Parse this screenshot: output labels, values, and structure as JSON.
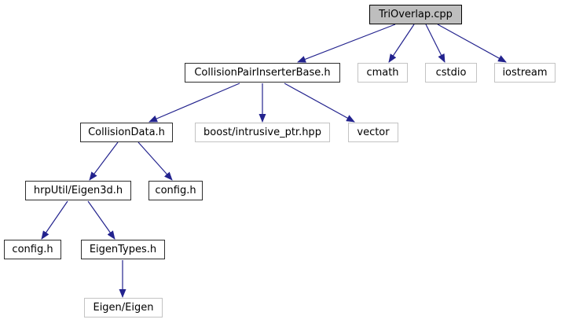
{
  "diagram": {
    "kind": "include-dependency-graph",
    "root_file": "TriOverlap.cpp",
    "colors": {
      "edge": "#23238e",
      "current_node_fill": "#bebebe",
      "current_node_border": "#000000",
      "internal_node_border": "#2e2e2e",
      "external_node_border": "#c3c3c3",
      "background": "#ffffff",
      "text": "#000000"
    },
    "nodes": [
      {
        "id": "trioverlap",
        "label": "TriOverlap.cpp",
        "role": "current"
      },
      {
        "id": "cpib",
        "label": "CollisionPairInserterBase.h",
        "role": "internal"
      },
      {
        "id": "cmath",
        "label": "cmath",
        "role": "external"
      },
      {
        "id": "cstdio",
        "label": "cstdio",
        "role": "external"
      },
      {
        "id": "iostream",
        "label": "iostream",
        "role": "external"
      },
      {
        "id": "collisiondata",
        "label": "CollisionData.h",
        "role": "internal"
      },
      {
        "id": "boostintrusive",
        "label": "boost/intrusive_ptr.hpp",
        "role": "external"
      },
      {
        "id": "vector",
        "label": "vector",
        "role": "external"
      },
      {
        "id": "hrputileigen3d",
        "label": "hrpUtil/Eigen3d.h",
        "role": "internal"
      },
      {
        "id": "config-upper",
        "label": "config.h",
        "role": "internal"
      },
      {
        "id": "config-lower",
        "label": "config.h",
        "role": "internal"
      },
      {
        "id": "eigentypes",
        "label": "EigenTypes.h",
        "role": "internal"
      },
      {
        "id": "eigeneigen",
        "label": "Eigen/Eigen",
        "role": "external"
      }
    ],
    "edges": [
      {
        "from": "TriOverlap.cpp",
        "to": "CollisionPairInserterBase.h"
      },
      {
        "from": "TriOverlap.cpp",
        "to": "cmath"
      },
      {
        "from": "TriOverlap.cpp",
        "to": "cstdio"
      },
      {
        "from": "TriOverlap.cpp",
        "to": "iostream"
      },
      {
        "from": "CollisionPairInserterBase.h",
        "to": "CollisionData.h"
      },
      {
        "from": "CollisionPairInserterBase.h",
        "to": "boost/intrusive_ptr.hpp"
      },
      {
        "from": "CollisionPairInserterBase.h",
        "to": "vector"
      },
      {
        "from": "CollisionData.h",
        "to": "hrpUtil/Eigen3d.h"
      },
      {
        "from": "CollisionData.h",
        "to": "config.h (upper)"
      },
      {
        "from": "hrpUtil/Eigen3d.h",
        "to": "config.h (lower)"
      },
      {
        "from": "hrpUtil/Eigen3d.h",
        "to": "EigenTypes.h"
      },
      {
        "from": "EigenTypes.h",
        "to": "Eigen/Eigen"
      }
    ]
  }
}
